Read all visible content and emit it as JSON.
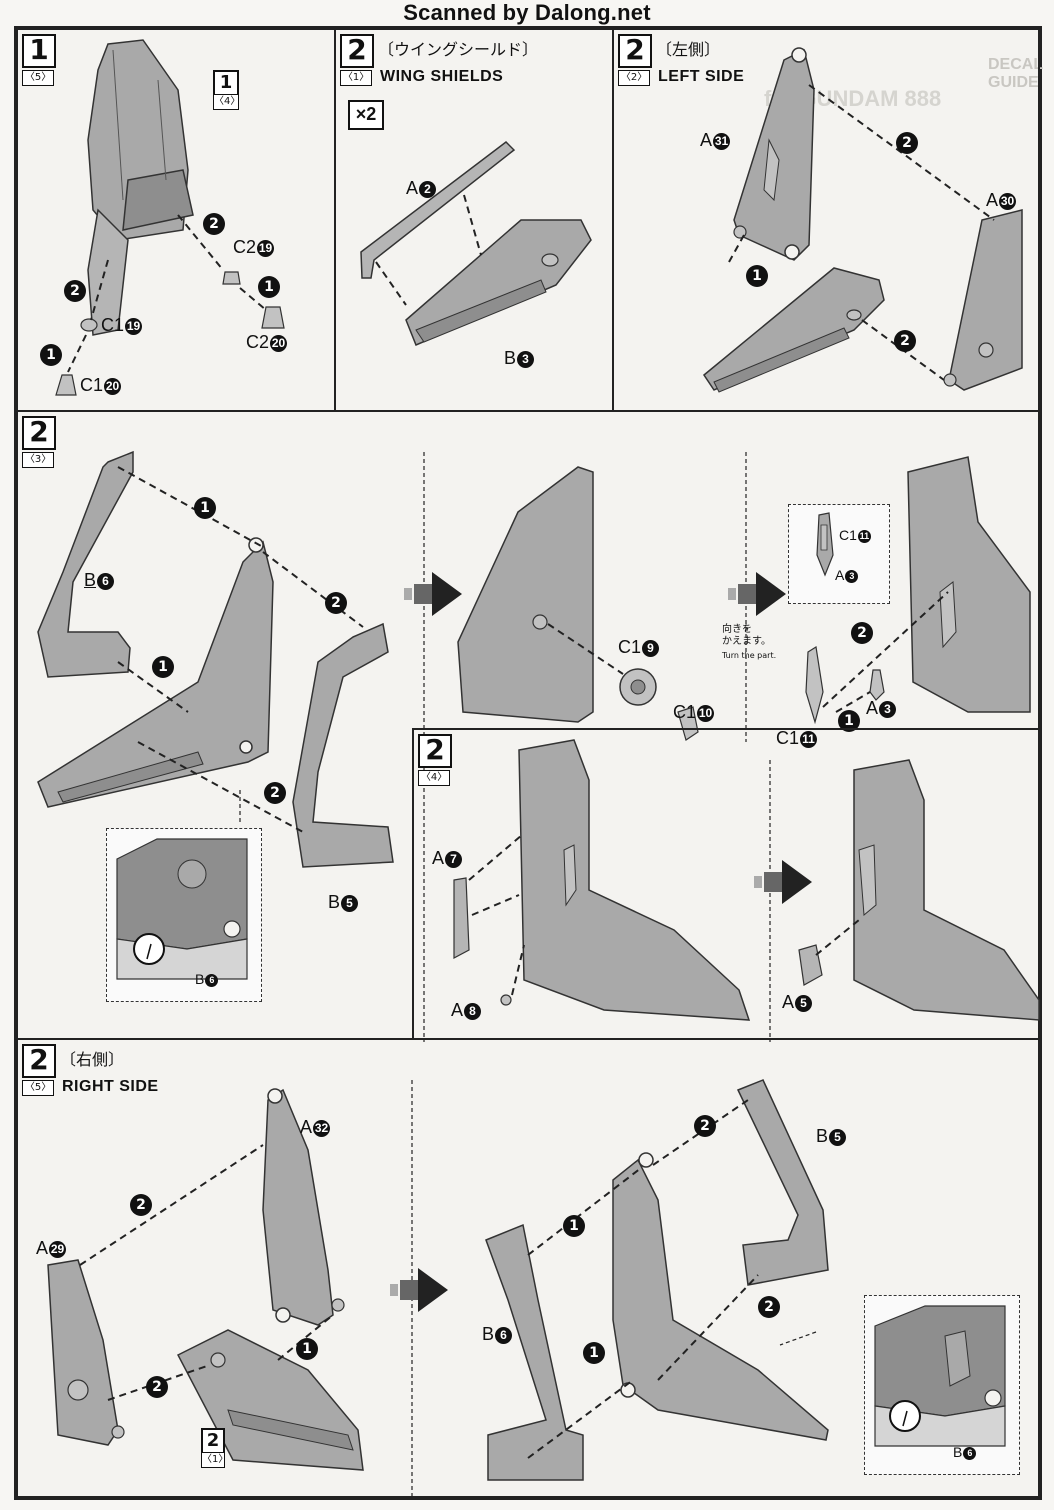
{
  "header": {
    "scan_title": "Scanned by Dalong.net"
  },
  "background_ghost": {
    "decal_guide": "DECAL GUIDE",
    "gundam": "for GUNDAM 888"
  },
  "panels": {
    "p1": {
      "step": "1",
      "sub": "5",
      "ref_step": "1",
      "ref_sub": "4",
      "parts": [
        "C2",
        "19",
        "C2",
        "20",
        "C1",
        "19",
        "C1",
        "20"
      ]
    },
    "p2_1": {
      "step": "2",
      "sub": "1",
      "title_jp": "〔ウイングシールド〕",
      "title_en": "WING SHIELDS",
      "multiplier": "×2",
      "parts": [
        "A",
        "2",
        "B",
        "3"
      ]
    },
    "p2_2": {
      "step": "2",
      "sub": "2",
      "title_jp": "〔左側〕",
      "title_en": "LEFT SIDE",
      "parts": [
        "A",
        "31",
        "A",
        "30"
      ]
    },
    "p2_3": {
      "step": "2",
      "sub": "3",
      "parts": [
        "B",
        "6",
        "B",
        "5",
        "C1",
        "9",
        "C1",
        "10",
        "C1",
        "11",
        "A",
        "3",
        "C1",
        "11",
        "A",
        "3",
        "B",
        "6"
      ],
      "note_jp": "向きを\nかえます。",
      "note_en": "Turn the part."
    },
    "p2_4": {
      "step": "2",
      "sub": "4",
      "parts": [
        "A",
        "7",
        "A",
        "8",
        "A",
        "5"
      ]
    },
    "p2_5": {
      "step": "2",
      "sub": "5",
      "title_jp": "〔右側〕",
      "title_en": "RIGHT SIDE",
      "parts": [
        "A",
        "32",
        "A",
        "29",
        "B",
        "5",
        "B",
        "6",
        "B",
        "6"
      ],
      "ref_step": "2",
      "ref_sub": "1"
    }
  },
  "order_badges": [
    "1",
    "2"
  ],
  "colors": {
    "part_fill": "#a9a9a9",
    "part_dark": "#8e8e8e",
    "part_light": "#c2c2c2",
    "outline": "#333333",
    "badge": "#111111"
  }
}
